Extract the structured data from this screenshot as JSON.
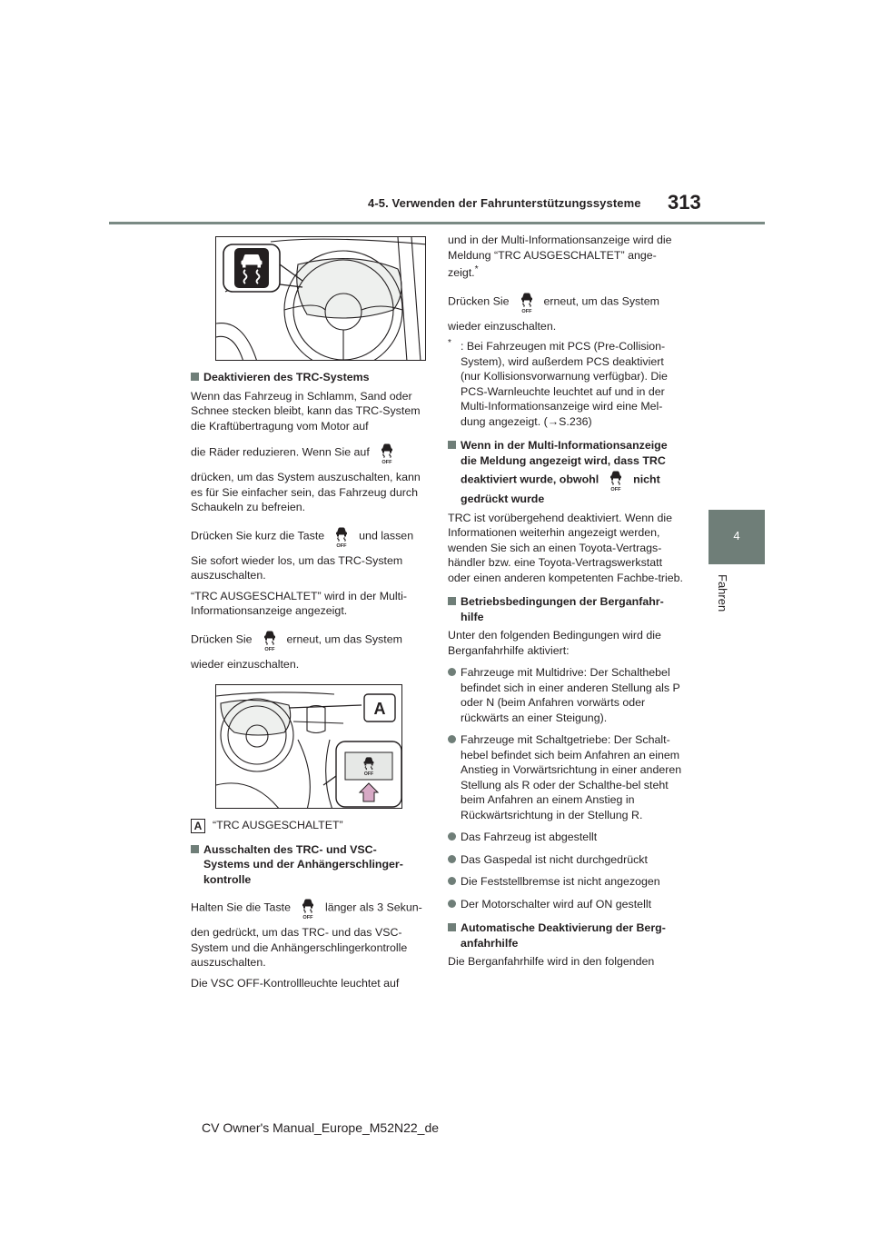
{
  "header": {
    "title": "4-5. Verwenden der Fahrunterstützungssysteme",
    "page_number": "313"
  },
  "chapter_tab": {
    "number": "4",
    "label": "Fahren"
  },
  "footer": {
    "text": "CV Owner's Manual_Europe_M52N22_de"
  },
  "icons": {
    "trc_off": "trc-off-button-icon",
    "trc_indicator": "slip-indicator-icon",
    "label_A": "A"
  },
  "left": {
    "h1": "Deaktivieren des TRC-Systems",
    "p1a": "Wenn das Fahrzeug in Schlamm, Sand oder Schnee stecken bleibt, kann das TRC-System die Kraftübertragung vom Motor auf",
    "p1b": "die Räder reduzieren. Wenn Sie auf",
    "p1c": "drücken, um das System auszuschalten, kann es für Sie einfacher sein, das Fahrzeug durch Schaukeln zu befreien.",
    "p2a": "Drücken Sie kurz die Taste",
    "p2b": "und lassen",
    "p2c": "Sie sofort wieder los, um das TRC-System auszuschalten.",
    "p3": "“TRC AUSGESCHALTET” wird in der Multi-Informationsanzeige angezeigt.",
    "p4a": "Drücken Sie",
    "p4b": "erneut, um das System",
    "p4c": "wieder einzuschalten.",
    "caption_label": "A",
    "caption": "“TRC AUSGESCHALTET”",
    "h2": "Ausschalten des TRC- und VSC-Systems und der Anhängerschlinger-kontrolle",
    "p5a": "Halten Sie die Taste",
    "p5b": "länger als 3 Sekun-",
    "p5c": "den gedrückt, um das TRC- und das VSC-System und die Anhängerschlingerkontrolle auszuschalten.",
    "p6": "Die VSC OFF-Kontrollleuchte leuchtet auf"
  },
  "right": {
    "p1": "und in der Multi-Informationsanzeige wird die Meldung “TRC AUSGESCHALTET” ange-",
    "p1_end": "zeigt.",
    "p1_star": "*",
    "p2a": "Drücken Sie",
    "p2b": "erneut, um das System",
    "p2c": "wieder einzuschalten.",
    "note_mark": "*",
    "note": ": Bei Fahrzeugen mit PCS (Pre-Collision-System), wird außerdem PCS deaktiviert (nur Kollisionsvorwarnung verfügbar). Die PCS-Warnleuchte leuchtet auf und in der Multi-Informationsanzeige wird eine Mel-dung angezeigt. (→S.236)",
    "h1a": "Wenn in der Multi-Informationsanzeige die Meldung angezeigt wird, dass TRC",
    "h1b": "deaktiviert wurde, obwohl",
    "h1c": "nicht",
    "h1d": "gedrückt wurde",
    "p3": "TRC ist vorübergehend deaktiviert. Wenn die Informationen weiterhin angezeigt werden, wenden Sie sich an einen Toyota-Vertrags-händler bzw. eine Toyota-Vertragswerkstatt oder einen anderen kompetenten Fachbe-trieb.",
    "h2": "Betriebsbedingungen der Berganfahr-hilfe",
    "p4": "Unter den folgenden Bedingungen wird die Berganfahrhilfe aktiviert:",
    "bullets": [
      "Fahrzeuge mit Multidrive: Der Schalthebel befindet sich in einer anderen Stellung als P oder N (beim Anfahren vorwärts oder rückwärts an einer Steigung).",
      "Fahrzeuge mit Schaltgetriebe: Der Schalt-hebel befindet sich beim Anfahren an einem Anstieg in Vorwärtsrichtung in einer anderen Stellung als R oder der Schalthe-bel steht beim Anfahren an einem Anstieg in Rückwärtsrichtung in der Stellung R.",
      "Das Fahrzeug ist abgestellt",
      "Das Gaspedal ist nicht durchgedrückt",
      "Die Feststellbremse ist nicht angezogen",
      "Der Motorschalter wird auf ON gestellt"
    ],
    "h3": "Automatische Deaktivierung der Berg-anfahrhilfe",
    "p5": "Die Berganfahrhilfe wird in den folgenden"
  }
}
